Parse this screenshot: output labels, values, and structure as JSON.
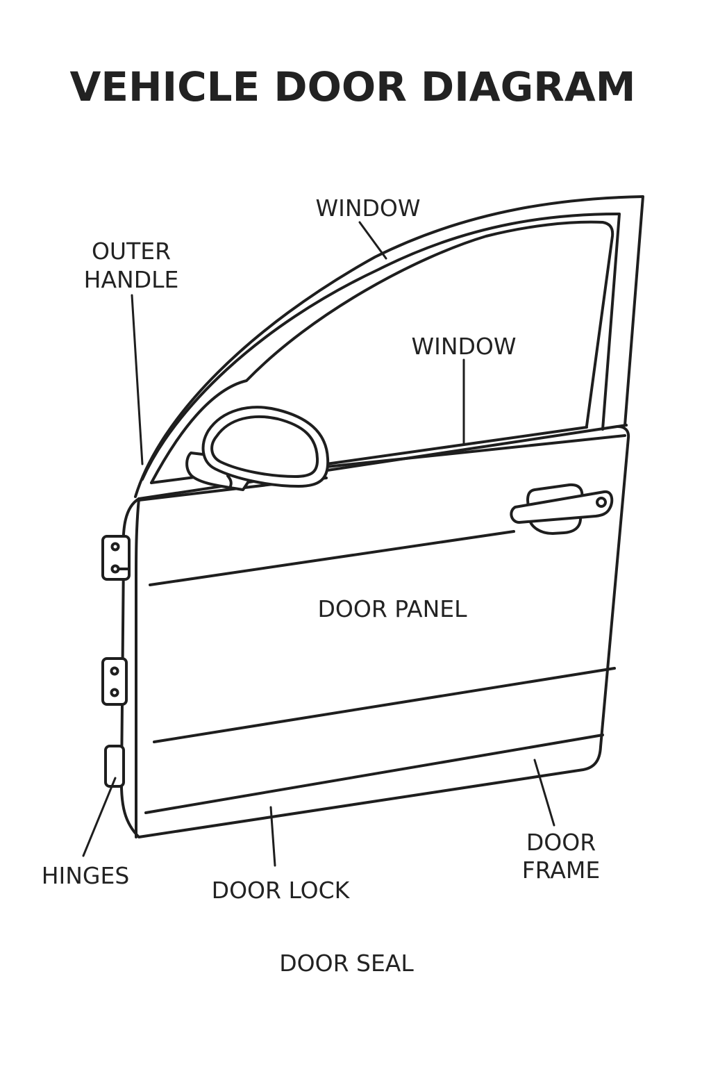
{
  "title": "VEHICLE DOOR DIAGRAM",
  "labels": {
    "window_top": "WINDOW",
    "outer_handle_line1": "OUTER",
    "outer_handle_line2": "HANDLE",
    "window_mid": "WINDOW",
    "door_panel": "DOOR PANEL",
    "door_frame_line1": "DOOR",
    "door_frame_line2": "FRAME",
    "hinges": "HINGES",
    "door_lock": "DOOR LOCK",
    "door_seal": "DOOR SEAL"
  },
  "colors": {
    "ink": "#1e1e1e",
    "background": "#ffffff"
  }
}
